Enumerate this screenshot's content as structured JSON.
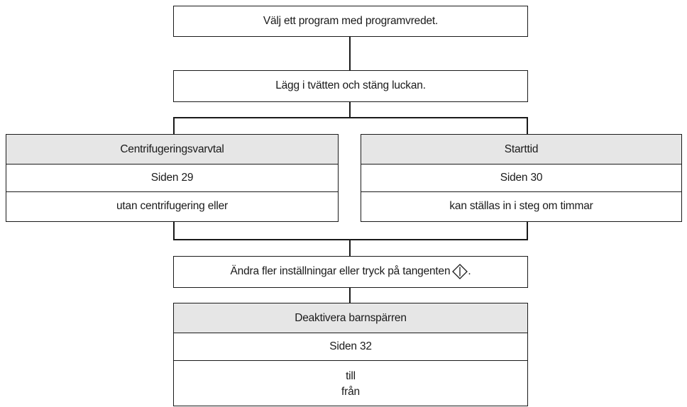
{
  "steps": {
    "select_program": "Välj ett program med programvredet.",
    "load_laundry": "Lägg i tvätten och stäng luckan.",
    "change_or_start": "Ändra fler inställningar eller tryck på tangenten",
    "change_or_start_suffix": "."
  },
  "options": {
    "spin": {
      "title": "Centrifugeringsvarvtal",
      "page": "Siden 29",
      "detail": "utan centrifugering eller"
    },
    "start_time": {
      "title": "Starttid",
      "page": "Siden 30",
      "detail": "kan ställas in i steg om timmar"
    },
    "child_lock": {
      "title": "Deaktivera barnspärren",
      "page": "Siden 32",
      "values": [
        "till",
        "från"
      ]
    }
  },
  "icons": {
    "start_key": "start-pause-icon"
  }
}
